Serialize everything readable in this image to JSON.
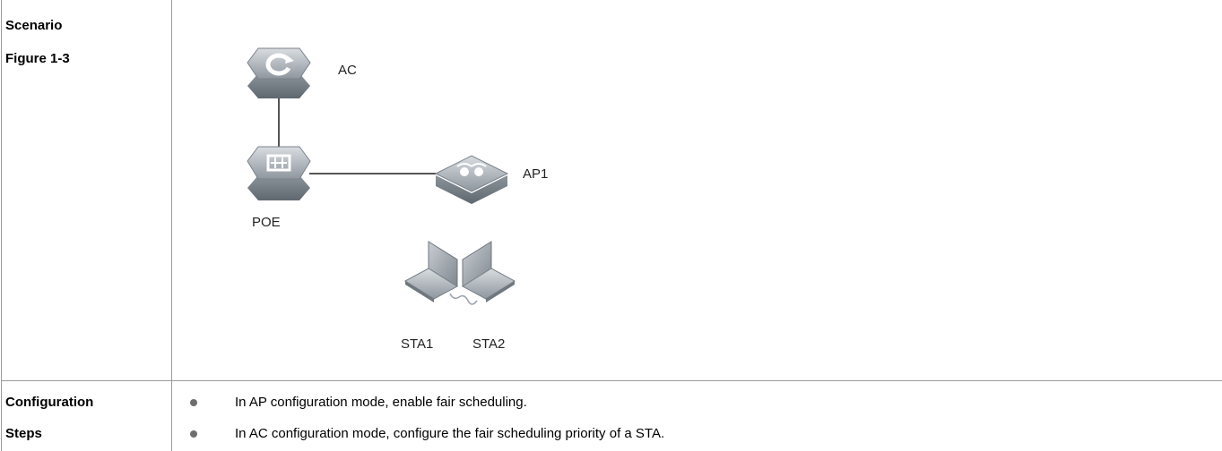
{
  "scenario": {
    "label_line1": "Scenario",
    "label_line2": "Figure 1-3",
    "figure": {
      "nodes": {
        "ac": "AC",
        "poe": "POE",
        "ap1": "AP1",
        "sta1": "STA1",
        "sta2": "STA2"
      }
    }
  },
  "configuration": {
    "label_line1": "Configuration",
    "label_line2": "Steps",
    "steps": [
      "In AP configuration mode, enable fair scheduling.",
      "In AC configuration mode, configure the fair scheduling priority of a STA."
    ]
  }
}
